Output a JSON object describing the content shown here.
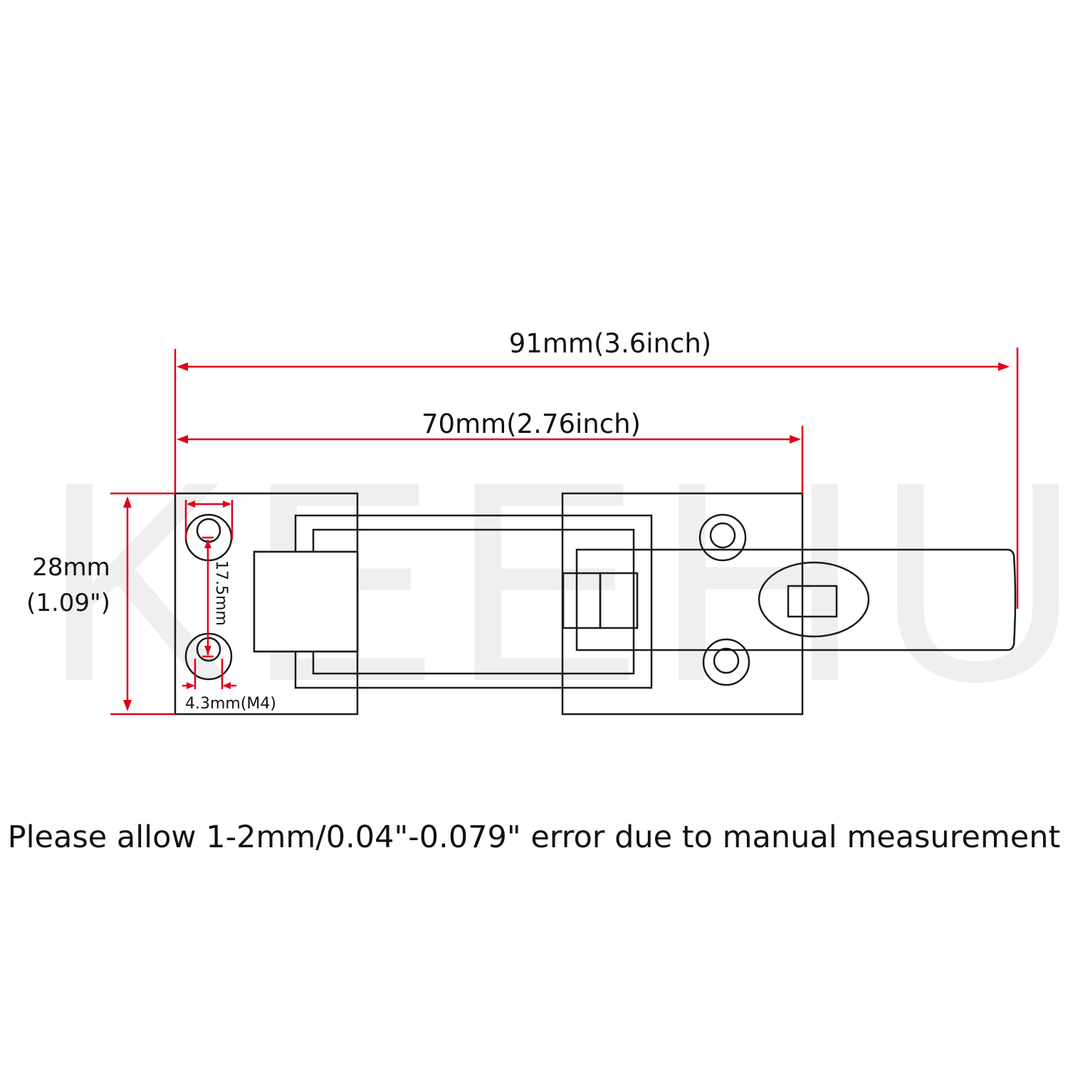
{
  "watermark": "KEEHUI",
  "dimensions": {
    "overall_length": "91mm(3.6inch)",
    "mount_length": "70mm(2.76inch)",
    "height_mm": "28mm",
    "height_in": "(1.09\")",
    "hole_spacing": "17.5mm",
    "hole_size": "4.3mm(M4)"
  },
  "note": "Please allow 1-2mm/0.04\"-0.079\" error due to manual measurement",
  "colors": {
    "dimension_lines": "#e0001b",
    "outline": "#1a1a1a",
    "watermark": "#efefef"
  }
}
